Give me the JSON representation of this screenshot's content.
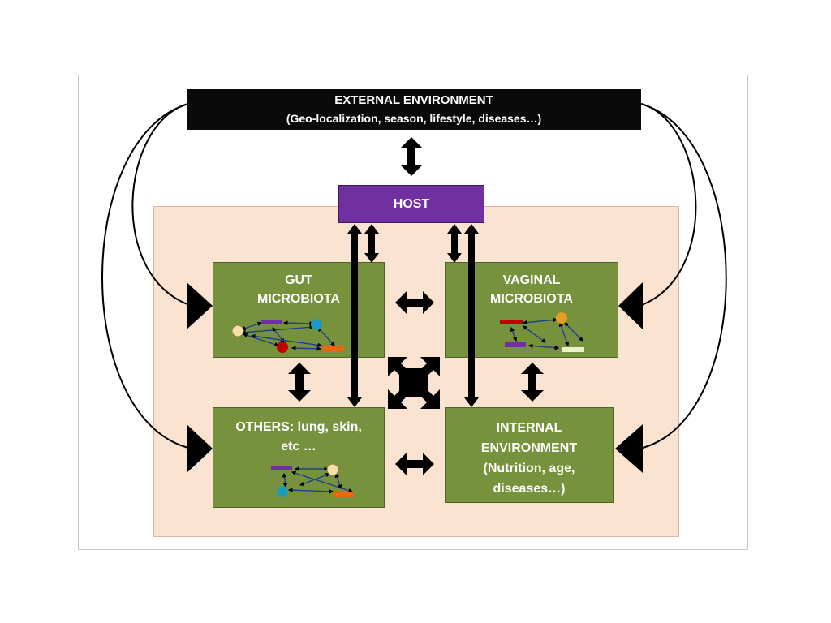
{
  "external_environment": {
    "title": "EXTERNAL ENVIRONMENT",
    "subtitle": "(Geo-localization, season, lifestyle, diseases…)"
  },
  "host": {
    "label": "HOST"
  },
  "gut_microbiota": {
    "line1": "GUT",
    "line2": "MICROBIOTA"
  },
  "vaginal_microbiota": {
    "line1": "VAGINAL",
    "line2": "MICROBIOTA"
  },
  "others": {
    "line1": "OTHERS: lung, skin,",
    "line2": "etc …"
  },
  "internal_environment": {
    "line1": "INTERNAL",
    "line2": "ENVIRONMENT",
    "line3": "(Nutrition, age,",
    "line4": "diseases…)"
  },
  "colors": {
    "external_box": "#0a0a0a",
    "host_box": "#7030a0",
    "microbiota_box": "#76923c",
    "inner_region": "#fbe3d1",
    "arrows": "#000000",
    "network_lines": "#1f3f8f",
    "node_purple": "#7030a0",
    "node_orange": "#e26b0a",
    "node_red": "#c00000",
    "node_teal": "#1f9bb8",
    "node_cream": "#f3e0a8",
    "node_lightgreen": "#e8f4c8"
  }
}
